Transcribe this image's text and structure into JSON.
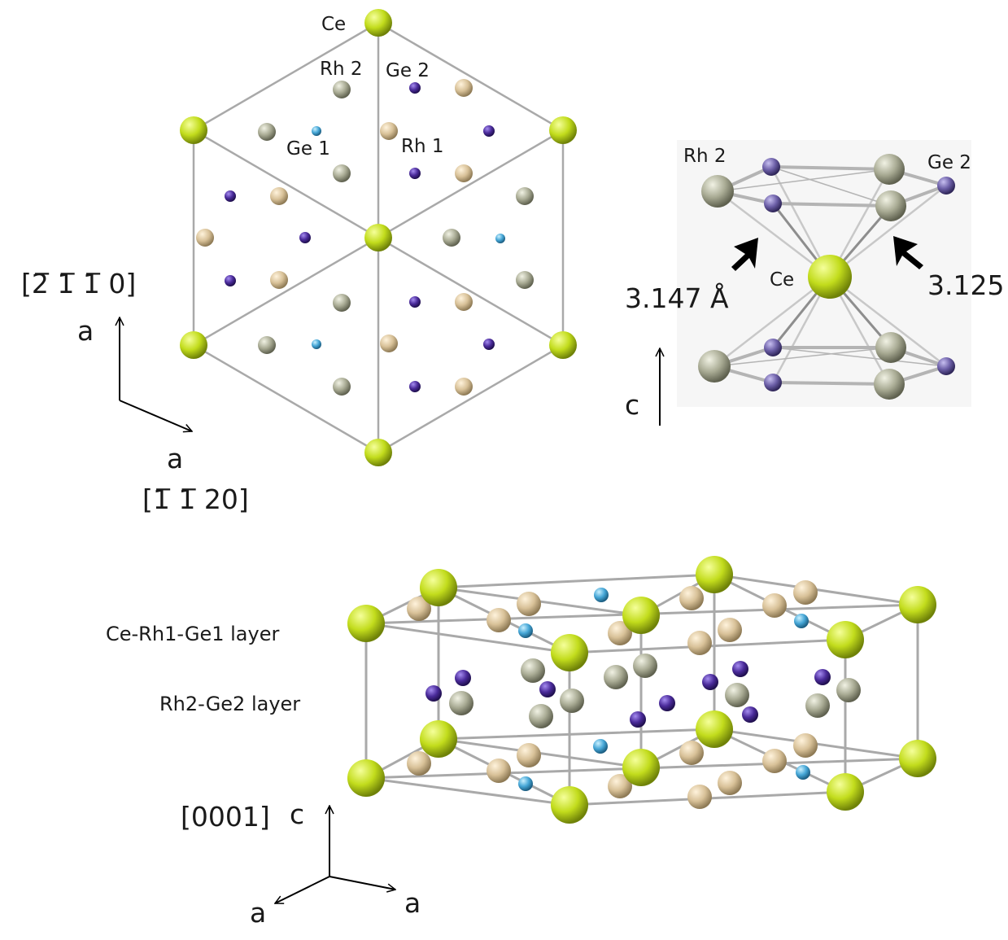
{
  "top_view": {
    "labels": {
      "ce": "Ce",
      "rh2": "Rh 2",
      "ge2": "Ge 2",
      "ge1": "Ge 1",
      "rh1": "Rh 1"
    },
    "axes": {
      "dir_up": "[2̅ 1̅ 1̅ 0]",
      "a_up": "a",
      "a_right": "a",
      "dir_right": "[1̅ 1̅ 20]"
    }
  },
  "coordination": {
    "labels": {
      "rh2": "Rh 2",
      "ge2": "Ge 2",
      "ce": "Ce",
      "dist_left": "3.147 Å",
      "dist_right": "3.125 Å",
      "c_axis": "c"
    }
  },
  "unit_cell": {
    "layer_labels": {
      "top": "Ce-Rh1-Ge1 layer",
      "middle": "Rh2-Ge2 layer"
    },
    "axes": {
      "dir": "[0001]",
      "c": "c",
      "a_left": "a",
      "a_right": "a"
    }
  },
  "colors": {
    "ce": "#b7d21a",
    "rh1": "#d8c39a",
    "rh2": "#a7a993",
    "ge1": "#47a9d9",
    "ge2": "#4a2b9a",
    "bond": "#a9a9a9"
  }
}
